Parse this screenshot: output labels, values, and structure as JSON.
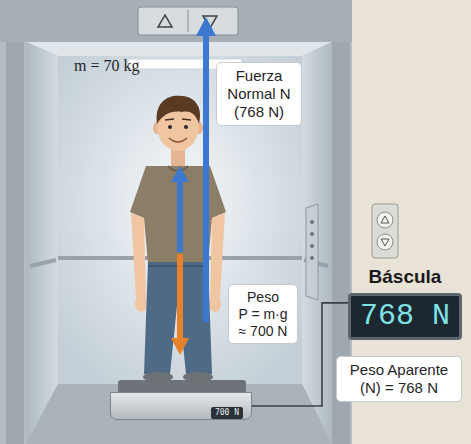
{
  "diagram": {
    "nodes": [
      {
        "text": [
          "Fuerza Normal N (768 N)"
        ]
      },
      {
        "text": [
          "Peso",
          "P = m·g ≈ 700 N"
        ]
      },
      {
        "text": [
          "Báscula",
          "768 N"
        ]
      },
      {
        "text": [
          "Peso Aparente (N) = 768 N"
        ]
      },
      {
        "text": [
          "700 N"
        ]
      }
    ],
    "edges": [
      {
        "from": 2,
        "to": 4,
        "arrow": "none"
      }
    ],
    "labels": [
      "m = 70 kg"
    ]
  }
}
